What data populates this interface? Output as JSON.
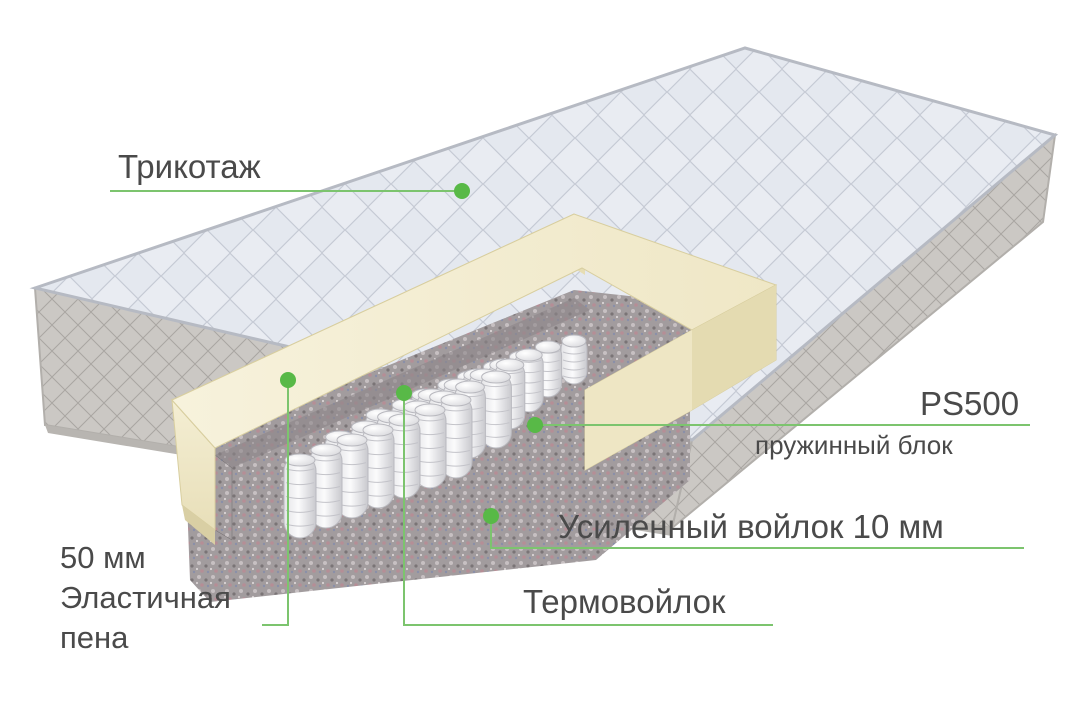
{
  "labels": {
    "trikotazh": "Трикотаж",
    "ps500_title": "PS500",
    "ps500_subtitle": "пружинный блок",
    "usilenny": "Усиленный войлок 10 мм",
    "termovoylok": "Термовойлок",
    "pena_line1": "50 мм",
    "pena_line2": "Эластичная",
    "pena_line3": "пена"
  },
  "colors": {
    "accent_green": "#58b947",
    "leader_line": "#7cc46e",
    "label_text": "#4a4a4a",
    "foam": "#efe7c6",
    "cover_top": "#e6eaf1",
    "cover_side": "#c9c6c2",
    "felt": "#9d979a"
  }
}
